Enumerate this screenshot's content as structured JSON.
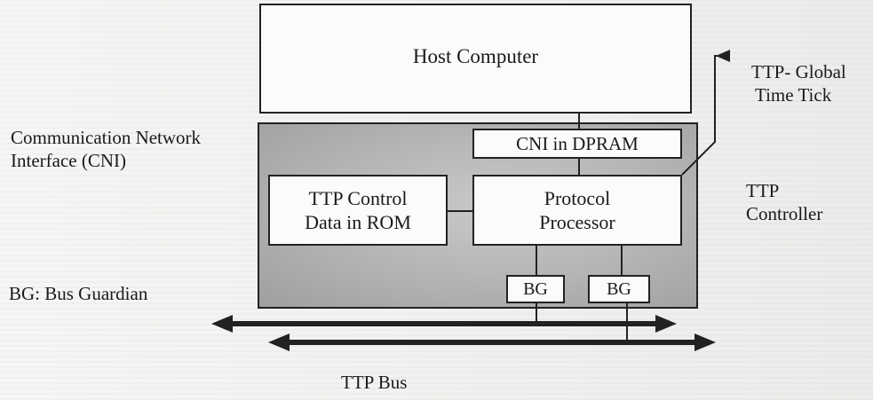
{
  "diagram": {
    "host_computer": "Host Computer",
    "ttp_global_time_tick_line1": "TTP- Global",
    "ttp_global_time_tick_line2": "Time Tick",
    "cni_label_line1": "Communication Network",
    "cni_label_line2": "Interface (CNI)",
    "cni_in_dpram": "CNI in DPRAM",
    "ttp_control_line1": "TTP Control",
    "ttp_control_line2": "Data in ROM",
    "protocol_processor_line1": "Protocol",
    "protocol_processor_line2": "Processor",
    "ttp_controller_line1": "TTP",
    "ttp_controller_line2": "Controller",
    "bg_legend": "BG: Bus Guardian",
    "bg_left": "BG",
    "bg_right": "BG",
    "ttp_bus": "TTP Bus"
  }
}
